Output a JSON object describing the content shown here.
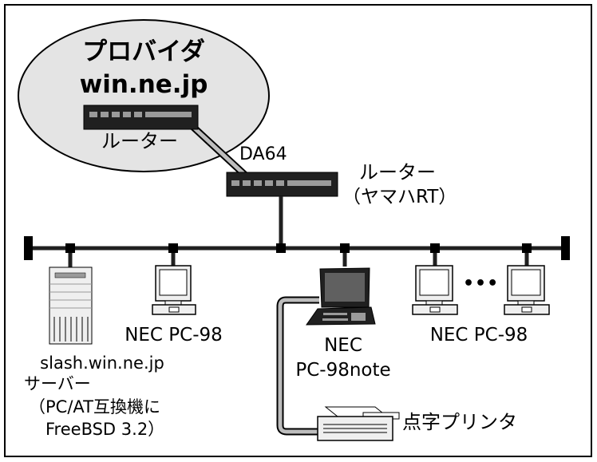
{
  "provider": {
    "title": "プロバイダ",
    "domain": "win.ne.jp",
    "router_label": "ルーター"
  },
  "link": {
    "label": "DA64"
  },
  "local_router": {
    "label_line1": "ルーター",
    "label_line2": "（ヤマハRT）"
  },
  "server": {
    "line1": "slash.win.ne.jp",
    "line2": "サーバー",
    "line3": "（PC/AT互換機に",
    "line4": "FreeBSD 3.2）"
  },
  "pc_left": {
    "label": "NEC PC-98"
  },
  "laptop": {
    "line1": "NEC",
    "line2": "PC-98note"
  },
  "pc_group": {
    "label": "NEC PC-98",
    "ellipsis": "•••"
  },
  "printer": {
    "label": "点字プリンタ"
  },
  "colors": {
    "cloud_fill": "#e4e4e4",
    "device_dark": "#202020",
    "device_port": "#9a9a9a",
    "equipment_light": "#efefef",
    "cable_gray": "#bdbdbd"
  }
}
